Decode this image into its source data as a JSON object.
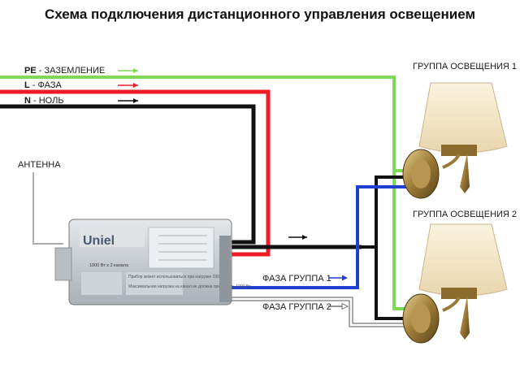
{
  "title": "Схема подключения дистанционного управления освещением",
  "wires": {
    "pe": {
      "code": "PE",
      "name": "ЗАЗЕМЛЕНИЕ",
      "color": "#7ed957"
    },
    "l": {
      "code": "L",
      "name": "ФАЗА",
      "color": "#ee1c24"
    },
    "n": {
      "code": "N",
      "name": "НОЛЬ",
      "color": "#111111"
    },
    "group1_color": "#1f3fd0",
    "group2_color": "#ffffff"
  },
  "labels": {
    "antenna": "АНТЕННА",
    "phase_group1": "ФАЗА ГРУППА 1",
    "phase_group2": "ФАЗА ГРУППА 2",
    "light_group1": "ГРУППА ОСВЕЩЕНИЯ 1",
    "light_group2": "ГРУППА ОСВЕЩЕНИЯ 2"
  },
  "device": {
    "brand": "Uniel",
    "rating": "1000 Вт х 2 канала",
    "note1": "Прибор может использоваться при нагрузке 2000 Вт.",
    "note2": "Максимальная нагрузка на канал не должна превышать 1000 Вт."
  }
}
